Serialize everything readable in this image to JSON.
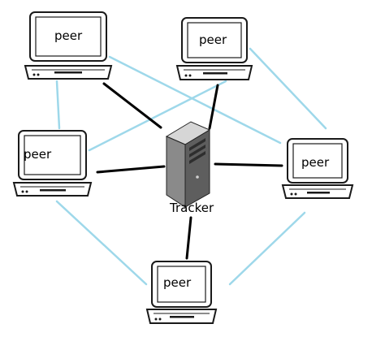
{
  "diagram": {
    "tracker_label": "Tracker",
    "peers": [
      {
        "id": "peer-top-left",
        "label": "peer"
      },
      {
        "id": "peer-top-right",
        "label": "peer"
      },
      {
        "id": "peer-middle-left",
        "label": "peer"
      },
      {
        "id": "peer-middle-right",
        "label": "peer"
      },
      {
        "id": "peer-bottom",
        "label": "peer"
      }
    ],
    "colors": {
      "tracker_link": "#000000",
      "peer_link": "#9ed8ea",
      "outline": "#1a1a1a"
    }
  }
}
